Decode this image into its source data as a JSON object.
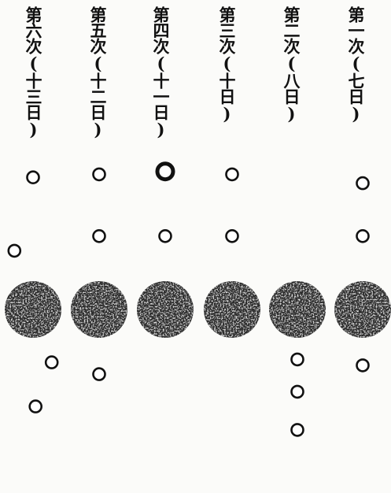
{
  "figure": {
    "columns": [
      {
        "label": "第六次(十三日)",
        "moons": [
          {
            "offset": 0.0,
            "elongation": -45
          },
          {
            "offset": -0.37,
            "elongation": -20
          },
          {
            "offset": 0.37,
            "elongation": 18
          },
          {
            "offset": 0.05,
            "elongation": 33
          }
        ]
      },
      {
        "label": "第五次(十二日)",
        "moons": [
          {
            "offset": 0.0,
            "elongation": -46
          },
          {
            "offset": 0.0,
            "elongation": -25
          },
          {
            "offset": 0.0,
            "elongation": 22
          }
        ]
      },
      {
        "label": "第四次(十一日)",
        "moons": [
          {
            "offset": 0.0,
            "elongation": -47,
            "emphasized": true
          },
          {
            "offset": 0.0,
            "elongation": -25
          }
        ]
      },
      {
        "label": "第三次(十日)",
        "moons": [
          {
            "offset": 0.0,
            "elongation": -46
          },
          {
            "offset": 0.0,
            "elongation": -25
          }
        ]
      },
      {
        "label": "第二次(八日)",
        "moons": [
          {
            "offset": 0.0,
            "elongation": 17
          },
          {
            "offset": 0.0,
            "elongation": 28
          },
          {
            "offset": 0.0,
            "elongation": 41
          }
        ]
      },
      {
        "label": "第一次(七日)",
        "moons": [
          {
            "offset": 0.0,
            "elongation": -43
          },
          {
            "offset": 0.0,
            "elongation": -25
          },
          {
            "offset": 0.0,
            "elongation": 19
          }
        ]
      }
    ]
  }
}
